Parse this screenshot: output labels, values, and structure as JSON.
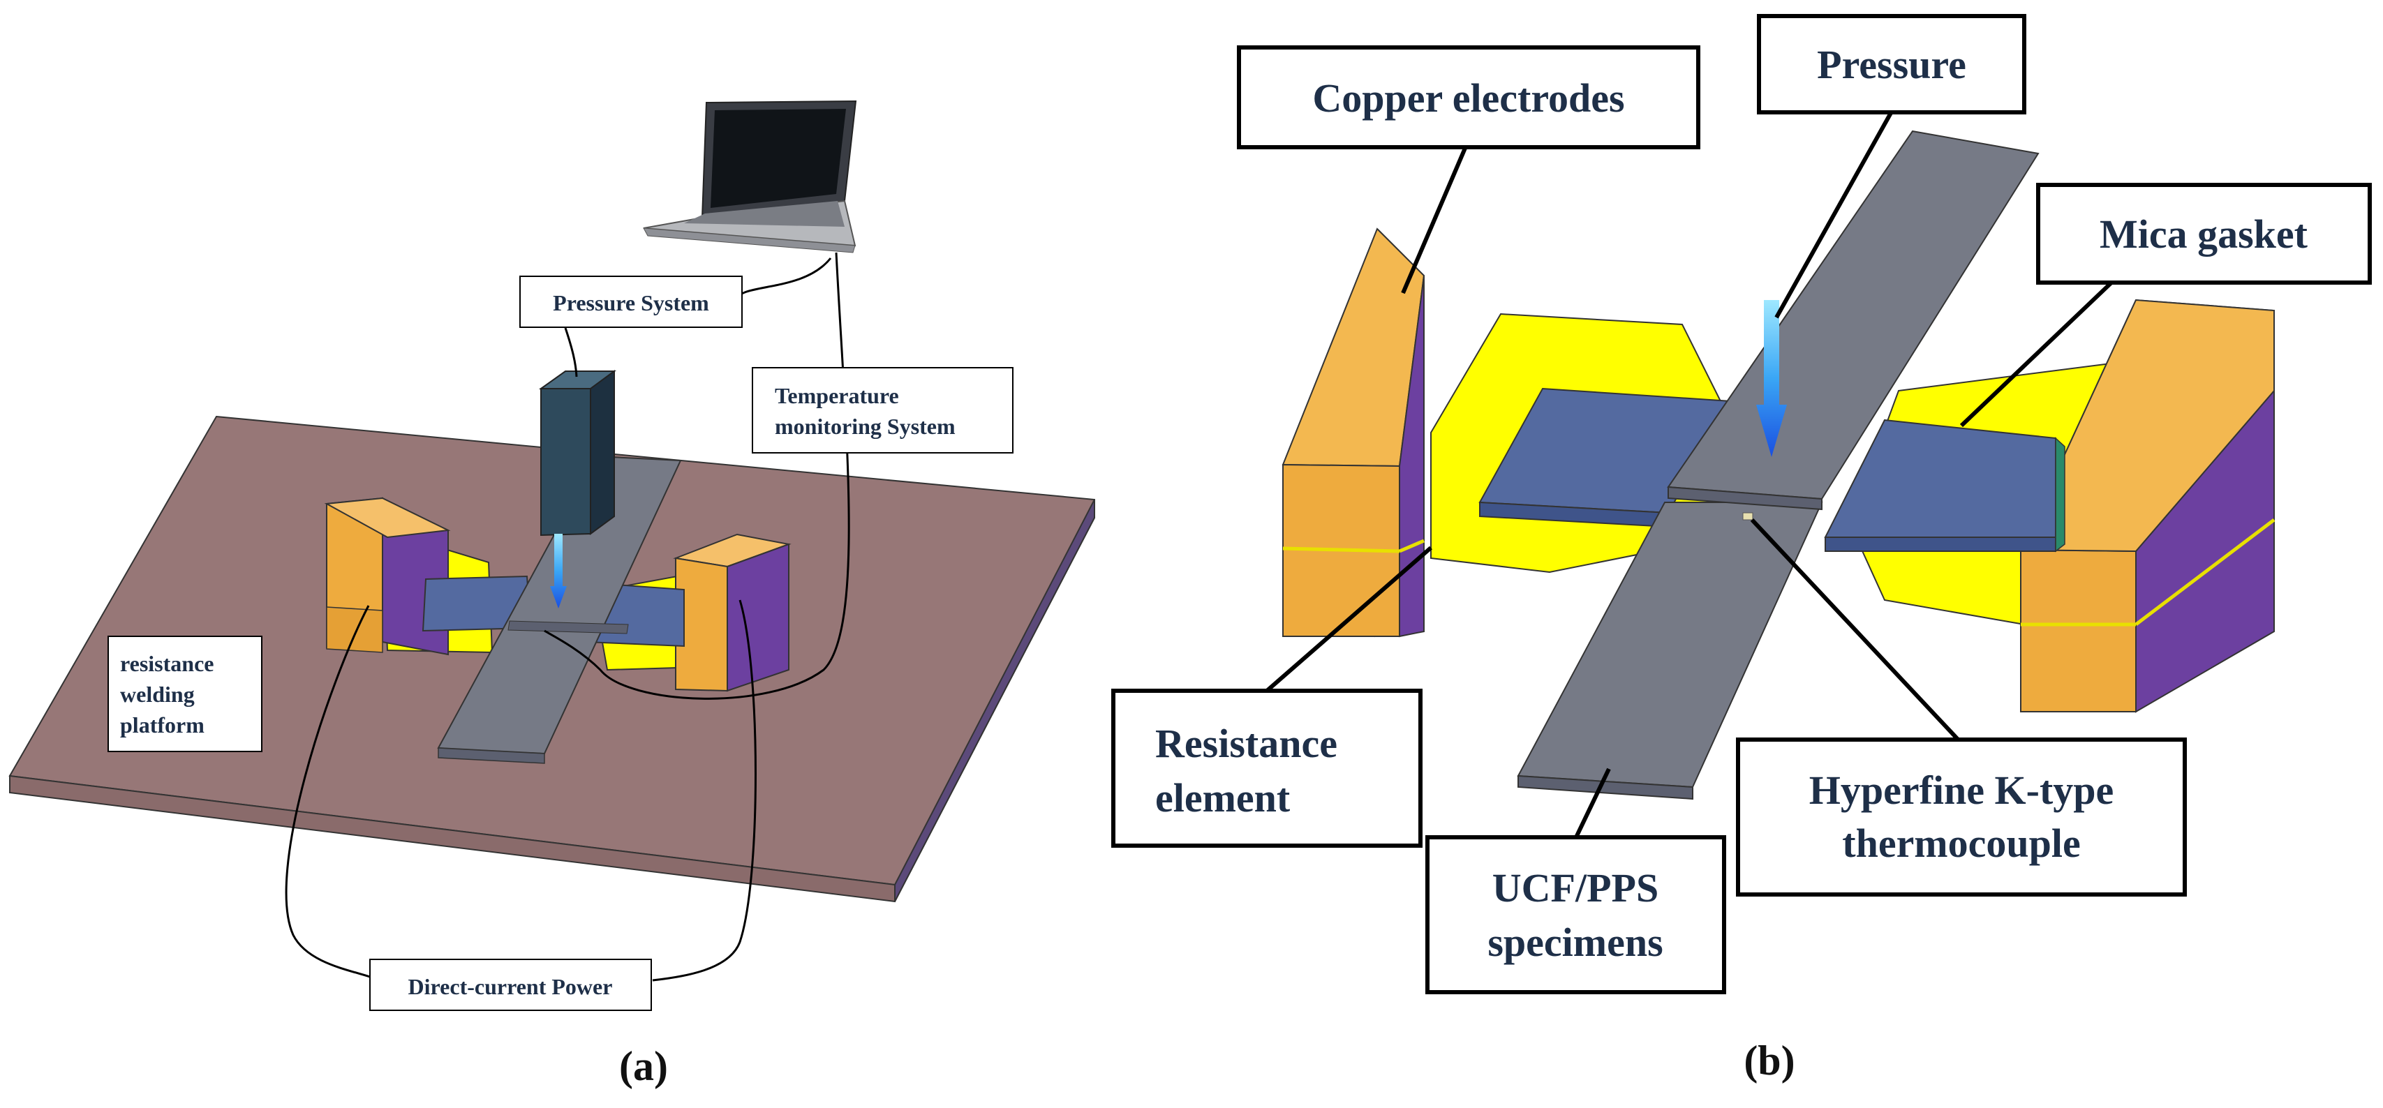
{
  "panel_a": {
    "caption": "(a)",
    "labels": {
      "pressure_system": "Pressure System",
      "temperature_line1": "Temperature",
      "temperature_line2": "monitoring System",
      "platform_line1": "resistance",
      "platform_line2": "welding",
      "platform_line3": "platform",
      "dc_power": "Direct-current Power"
    }
  },
  "panel_b": {
    "caption": "(b)",
    "labels": {
      "copper_electrodes": "Copper electrodes",
      "pressure": "Pressure",
      "mica_gasket": "Mica gasket",
      "resistance_line1": "Resistance",
      "resistance_line2": "element",
      "thermocouple_line1": "Hyperfine K-type",
      "thermocouple_line2": "thermocouple",
      "specimens_line1": "UCF/PPS",
      "specimens_line2": "specimens"
    }
  },
  "colors": {
    "platform": "#977777",
    "electrode": "#eeab3e",
    "electrode_side": "#6c40a0",
    "resistance_element": "#ffff00",
    "mica_gasket": "#546aa0",
    "specimen": "#767a86",
    "pressure_arrow": "#2f86f0"
  },
  "icons": {
    "laptop": "laptop-icon",
    "pressure_head": "press-head-icon",
    "arrow": "pressure-arrow-icon"
  }
}
